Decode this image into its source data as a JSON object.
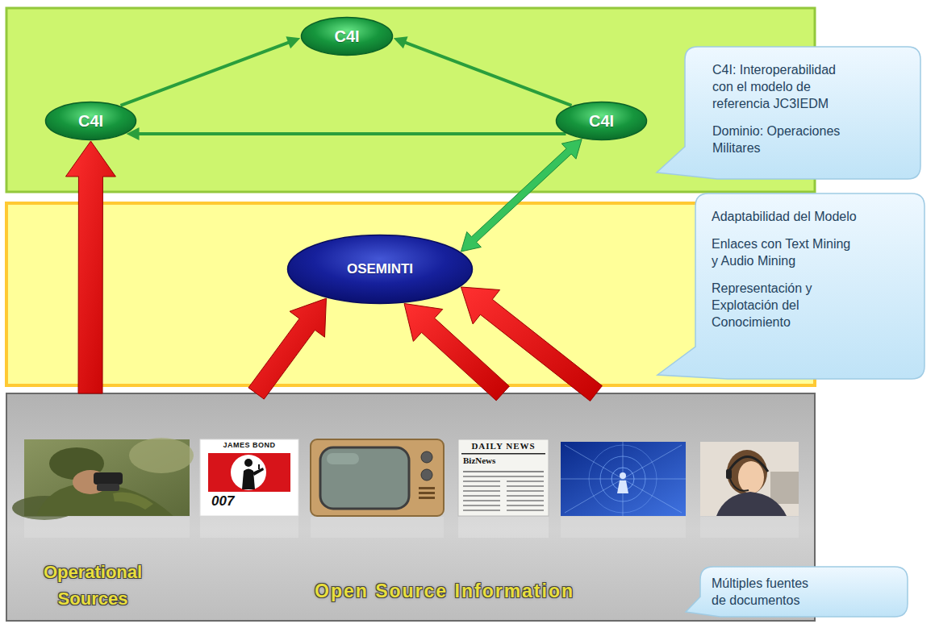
{
  "diagram": {
    "nodes": [
      {
        "text": [
          "C4I"
        ]
      },
      {
        "text": [
          "C4I"
        ]
      },
      {
        "text": [
          "C4I"
        ]
      },
      {
        "text": [
          "C4I: Interoperabilidad con el modelo de referencia JC3IEDM",
          "Dominio: Operaciones Militares"
        ]
      },
      {
        "text": [
          "OSEMINTI"
        ]
      },
      {
        "text": [
          "Adaptabilidad del Modelo",
          "Enlaces con Text Mining y Audio Mining",
          "Representación y Explotación del Conocimiento"
        ]
      },
      {
        "text": [
          "Operational Sources",
          "Open Source Information"
        ]
      },
      {
        "text": [
          "Múltiples fuentes de documentos"
        ]
      }
    ],
    "edges": [
      {
        "from": 1,
        "to": 0,
        "arrow": "to"
      },
      {
        "from": 2,
        "to": 0,
        "arrow": "to"
      },
      {
        "from": 2,
        "to": 1,
        "arrow": "to"
      },
      {
        "from": 2,
        "to": 4,
        "arrow": "both"
      },
      {
        "from": 6,
        "to": 1,
        "arrow": "to"
      },
      {
        "from": 6,
        "to": 4,
        "arrow": "to"
      },
      {
        "from": 6,
        "to": 4,
        "arrow": "to"
      },
      {
        "from": 6,
        "to": 4,
        "arrow": "to"
      }
    ],
    "labels": [
      "JAMES BOND",
      "007",
      "DAILY NEWS",
      "BizNews"
    ]
  }
}
